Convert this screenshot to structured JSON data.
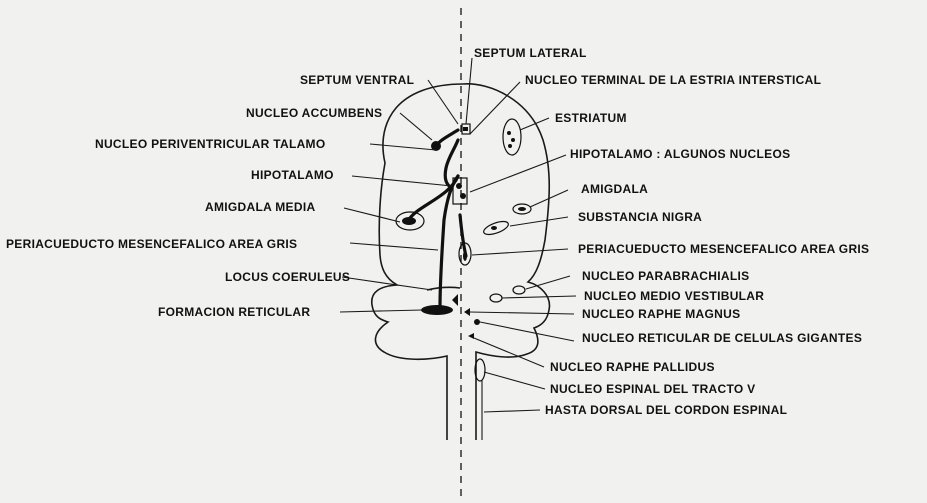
{
  "labels": {
    "septum_lateral": "SEPTUM LATERAL",
    "septum_ventral": "SEPTUM VENTRAL",
    "nucleo_terminal": "NUCLEO TERMINAL DE LA ESTRIA INTERSTICAL",
    "nucleo_accumbens": "NUCLEO ACCUMBENS",
    "estriatum": "ESTRIATUM",
    "nucleo_periventricular": "NUCLEO PERIVENTRICULAR  TALAMO",
    "hipotalamo_nucleos": "HIPOTALAMO : ALGUNOS NUCLEOS",
    "hipotalamo": "HIPOTALAMO",
    "amigdala": "AMIGDALA",
    "amigdala_media": "AMIGDALA MEDIA",
    "substancia_nigra": "SUBSTANCIA NIGRA",
    "periacueducto_left": "PERIACUEDUCTO MESENCEFALICO  AREA GRIS",
    "periacueducto_right": "PERIACUEDUCTO MESENCEFALICO  AREA GRIS",
    "nucleo_parabrachialis": "NUCLEO PARABRACHIALIS",
    "locus_coeruleus": "LOCUS COERULEUS",
    "nucleo_medio_vestibular": "NUCLEO MEDIO VESTIBULAR",
    "formacion_reticular": "FORMACION RETICULAR",
    "nucleo_raphe_magnus": "NUCLEO RAPHE MAGNUS",
    "nucleo_reticular_gigantes": "NUCLEO RETICULAR DE CELULAS GIGANTES",
    "nucleo_raphe_pallidus": "NUCLEO RAPHE PALLIDUS",
    "nucleo_espinal": "NUCLEO ESPINAL DEL TRACTO V",
    "hasta_dorsal": "HASTA DORSAL DEL CORDON ESPINAL"
  }
}
